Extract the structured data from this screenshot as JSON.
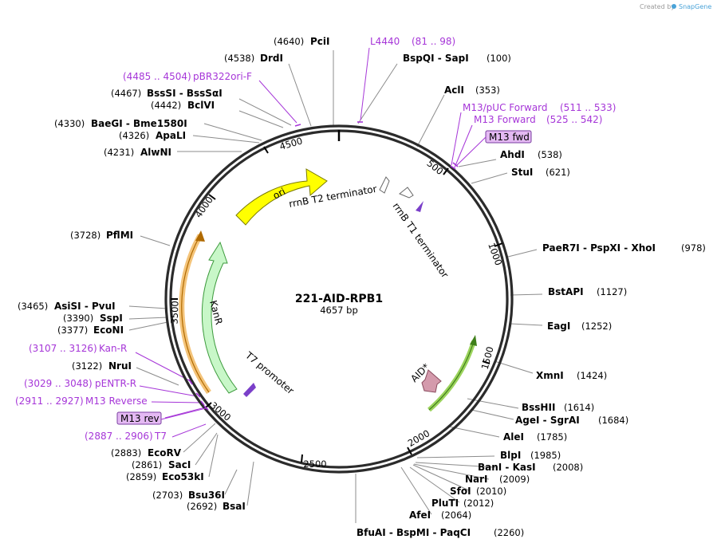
{
  "credit": {
    "prefix": "Created by",
    "brand": "SnapGene"
  },
  "plasmid": {
    "name": "221-AID-RPB1",
    "length_label": "4657 bp",
    "length": 4657
  },
  "ticks": [
    "500",
    "1000",
    "1500",
    "2000",
    "2500",
    "3000",
    "3500",
    "4000",
    "4500"
  ],
  "sites": [
    {
      "name": "PciI",
      "pos": "(4640)"
    },
    {
      "name": "BspQI  -  SapI",
      "pos": "(100)"
    },
    {
      "name": "DrdI",
      "pos": "(4538)"
    },
    {
      "name": "AclI",
      "pos": "(353)"
    },
    {
      "name": "BssSI  -  BssSαI",
      "pos": "(4467)"
    },
    {
      "name": "BclVI",
      "pos": "(4442)"
    },
    {
      "name": "BaeGI  -  Bme1580I",
      "pos": "(4330)"
    },
    {
      "name": "ApaLI",
      "pos": "(4326)"
    },
    {
      "name": "AlwNI",
      "pos": "(4231)"
    },
    {
      "name": "AhdI",
      "pos": "(538)"
    },
    {
      "name": "StuI",
      "pos": "(621)"
    },
    {
      "name": "PflMI",
      "pos": "(3728)"
    },
    {
      "name": "PaeR7I  -  PspXI  -  XhoI",
      "pos": "(978)"
    },
    {
      "name": "BstAPI",
      "pos": "(1127)"
    },
    {
      "name": "AsiSI  -  PvuI",
      "pos": "(3465)"
    },
    {
      "name": "SspI",
      "pos": "(3390)"
    },
    {
      "name": "EcoNI",
      "pos": "(3377)"
    },
    {
      "name": "EagI",
      "pos": "(1252)"
    },
    {
      "name": "NruI",
      "pos": "(3122)"
    },
    {
      "name": "XmnI",
      "pos": "(1424)"
    },
    {
      "name": "BssHII",
      "pos": "(1614)"
    },
    {
      "name": "AgeI  -  SgrAI",
      "pos": "(1684)"
    },
    {
      "name": "AleI",
      "pos": "(1785)"
    },
    {
      "name": "EcoRV",
      "pos": "(2883)"
    },
    {
      "name": "SacI",
      "pos": "(2861)"
    },
    {
      "name": "Eco53kI",
      "pos": "(2859)"
    },
    {
      "name": "BlpI",
      "pos": "(1985)"
    },
    {
      "name": "BanI  -  KasI",
      "pos": "(2008)"
    },
    {
      "name": "NarI",
      "pos": "(2009)"
    },
    {
      "name": "SfoI",
      "pos": "(2010)"
    },
    {
      "name": "PluTI",
      "pos": "(2012)"
    },
    {
      "name": "AfeI",
      "pos": "(2064)"
    },
    {
      "name": "Bsu36I",
      "pos": "(2703)"
    },
    {
      "name": "BsaI",
      "pos": "(2692)"
    },
    {
      "name": "BfuAI  -  BspMI  -  PaqCI",
      "pos": "(2260)"
    }
  ],
  "primers": [
    {
      "name": "L4440",
      "range": "(81 .. 98)"
    },
    {
      "name": "pBR322ori-F",
      "range": "(4485 .. 4504)"
    },
    {
      "name": "M13/pUC Forward",
      "range": "(511 .. 533)"
    },
    {
      "name": "M13 Forward",
      "range": "(525 .. 542)"
    },
    {
      "name": "Kan-R",
      "range": "(3107 .. 3126)"
    },
    {
      "name": "pENTR-R",
      "range": "(3029 .. 3048)"
    },
    {
      "name": "M13 Reverse",
      "range": "(2911 .. 2927)"
    },
    {
      "name": "T7",
      "range": "(2887 .. 2906)"
    }
  ],
  "boxed_primers": {
    "m13_fwd": "M13 fwd",
    "m13_rev": "M13 rev"
  },
  "features": {
    "ori": "ori",
    "kanr": "KanR",
    "aid": "AID*",
    "rrnb_t2": "rrnB T2 terminator",
    "rrnb_t1": "rrnB T1 terminator",
    "t7_promoter": "T7 promoter"
  },
  "colors": {
    "backbone": "#2b2b2b",
    "ori": "#ffff00",
    "kanr": "#c8f7c8",
    "kanr_gene": "#f4c47a",
    "aid_orf": "#9bd35c",
    "aid_arrow": "#d49aac",
    "primer": "#a636d8",
    "primer_box": "#e4b9f3",
    "promoter": "#7a3fc9"
  }
}
